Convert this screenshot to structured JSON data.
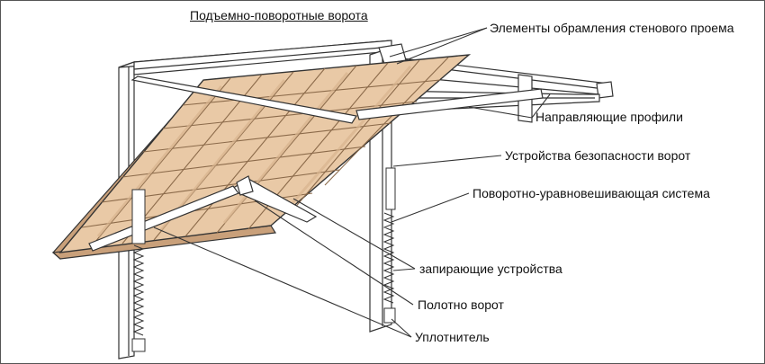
{
  "title": "Подъемно-поворотные ворота",
  "labels": {
    "wall_frame": "Элементы обрамления стенового проема",
    "guide_profiles": "Направляющие профили",
    "safety_devices": "Устройства безопасности ворот",
    "balance_system": "Поворотно-уравновешивающая система",
    "locking_devices": "запирающие устройства",
    "door_leaf": "Полотно ворот",
    "seal": "Уплотнитель"
  },
  "colors": {
    "leaf": "#e9c9a6",
    "leaf_dark": "#c9a07a",
    "outline": "#333333",
    "frame": "#ffffff"
  }
}
